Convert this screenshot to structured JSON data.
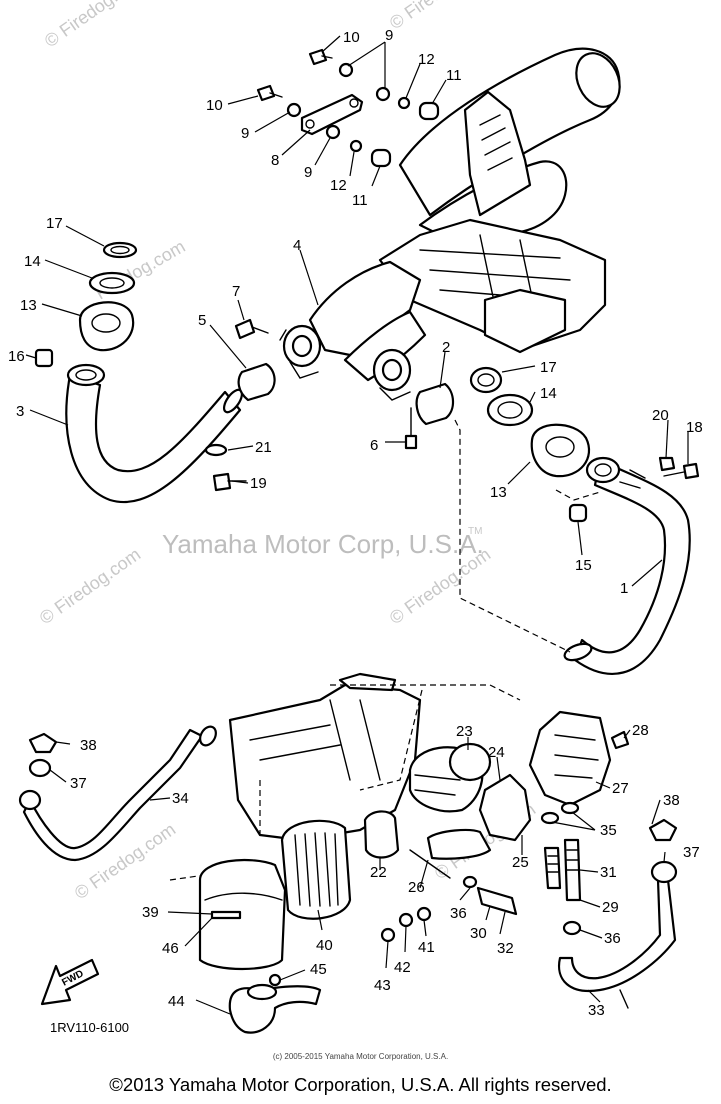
{
  "watermarks": {
    "firedog": "© Firedog.com",
    "firedog_short": "Firedog.com",
    "yamaha": "Yamaha Motor Corp, U.S.A.",
    "tm": "TM"
  },
  "diagram_code": "1RV110-6100",
  "fwd_label": "FWD",
  "small_copyright": "(c) 2005-2015 Yamaha Motor Corporation, U.S.A.",
  "footer_copyright": "©2013 Yamaha Motor Corporation, U.S.A. All rights reserved.",
  "callouts": {
    "c10a": "10",
    "c9a": "9",
    "c12a": "12",
    "c11a": "11",
    "c10b": "10",
    "c9b": "9",
    "c8": "8",
    "c9c": "9",
    "c12b": "12",
    "c11b": "11",
    "c17a": "17",
    "c14a": "14",
    "c13a": "13",
    "c16": "16",
    "c7": "7",
    "c5": "5",
    "c4": "4",
    "c2": "2",
    "c3": "3",
    "c17b": "17",
    "c14b": "14",
    "c21": "21",
    "c6": "6",
    "c20": "20",
    "c18": "18",
    "c19": "19",
    "c13b": "13",
    "c15": "15",
    "c1": "1",
    "c23": "23",
    "c28": "28",
    "c38a": "38",
    "c24": "24",
    "c27": "27",
    "c37a": "37",
    "c34": "34",
    "c35": "35",
    "c38b": "38",
    "c37b": "37",
    "c22": "22",
    "c26": "26",
    "c25": "25",
    "c31": "31",
    "c39": "39",
    "c36a": "36",
    "c29": "29",
    "c46": "46",
    "c40": "40",
    "c30": "30",
    "c32": "32",
    "c36b": "36",
    "c41": "41",
    "c42": "42",
    "c43": "43",
    "c45": "45",
    "c44": "44",
    "c33": "33"
  }
}
